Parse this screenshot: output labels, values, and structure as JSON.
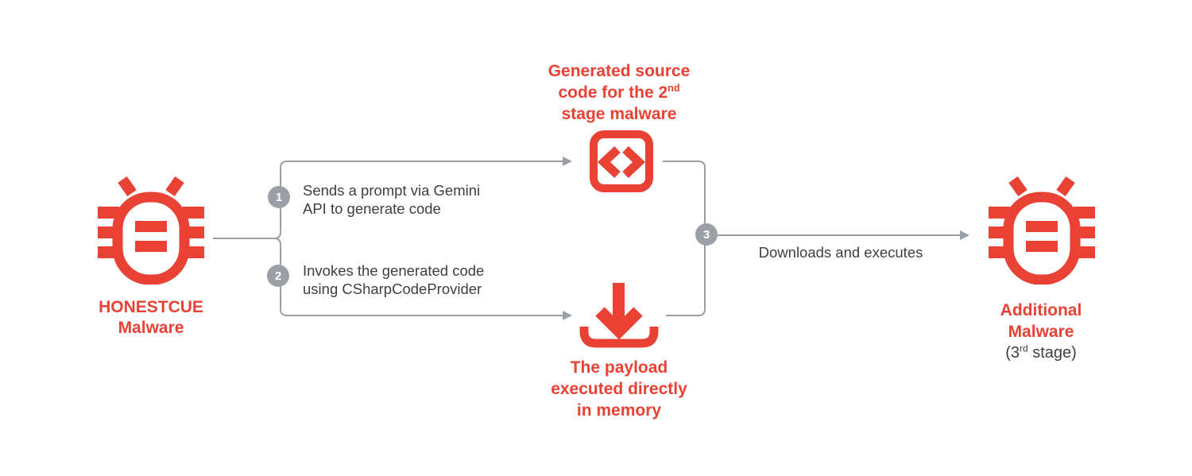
{
  "colors": {
    "accent_red": "#E94235",
    "connector_gray": "#9AA0A6",
    "text_dark": "#3C4043"
  },
  "nodes": {
    "honestcue": {
      "icon": "bug-icon",
      "label_line1": "HONESTCUE",
      "label_line2": "Malware"
    },
    "generated_code": {
      "icon": "code-icon",
      "title_line1": "Generated source",
      "title_line2_pre": "code for the 2",
      "title_line2_sup": "nd",
      "title_line3": "stage malware"
    },
    "payload": {
      "icon": "download-icon",
      "label_line1": "The payload",
      "label_line2": "executed directly",
      "label_line3": "in memory"
    },
    "additional_malware": {
      "icon": "bug-icon",
      "label_line1": "Additional",
      "label_line2": "Malware",
      "label_line3_pre": "(3",
      "label_line3_sup": "rd",
      "label_line3_post": " stage)"
    }
  },
  "steps": [
    {
      "number": "1",
      "text_line1": "Sends a prompt via Gemini",
      "text_line2": "API to generate code"
    },
    {
      "number": "2",
      "text_line1": "Invokes the generated code",
      "text_line2": "using CSharpCodeProvider"
    },
    {
      "number": "3",
      "text_line1": "Downloads and executes",
      "text_line2": ""
    }
  ]
}
